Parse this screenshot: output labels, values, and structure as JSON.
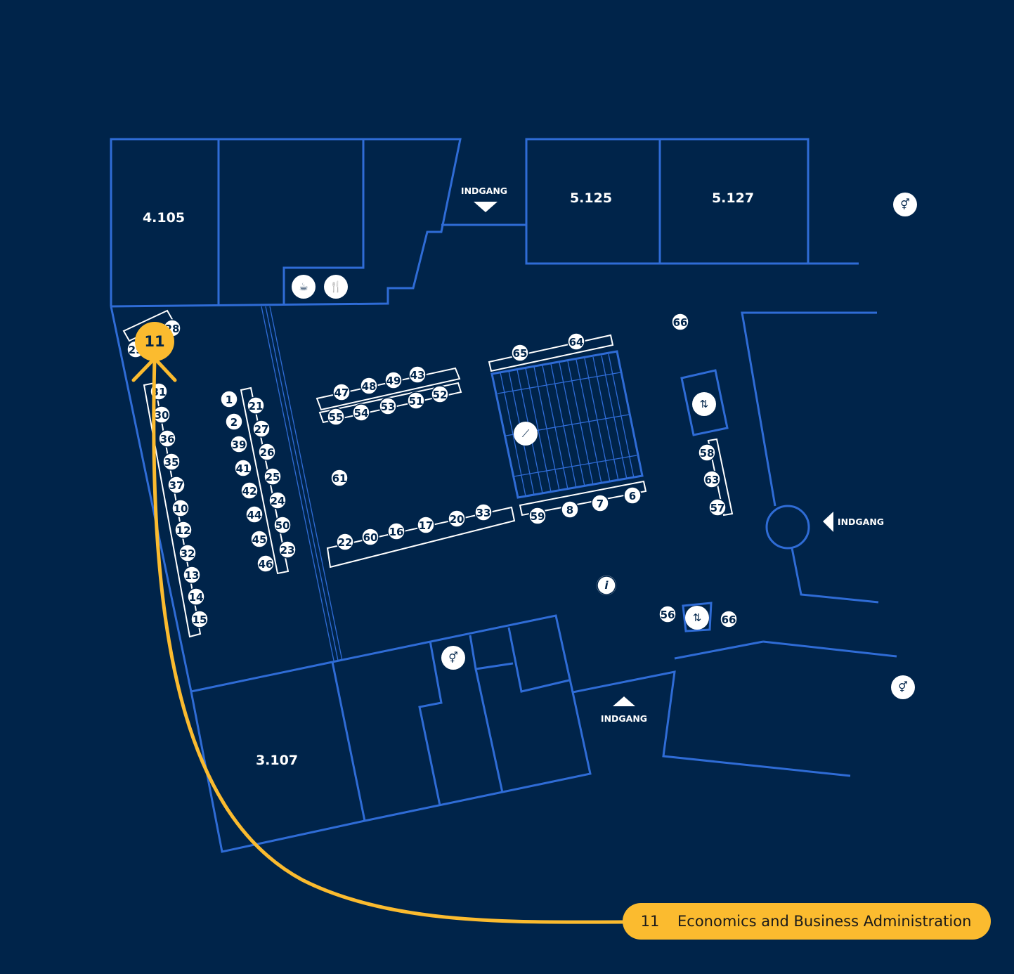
{
  "rooms": {
    "r1": "4.105",
    "r2": "5.125",
    "r3": "5.127",
    "r4": "3.107"
  },
  "entrances": {
    "top": "INDGANG",
    "right": "INDGANG",
    "bottom": "INDGANG"
  },
  "stands": [
    {
      "id": "1",
      "label": "1"
    },
    {
      "id": "2",
      "label": "2"
    },
    {
      "id": "21",
      "label": "21"
    },
    {
      "id": "27",
      "label": "27"
    },
    {
      "id": "39",
      "label": "39"
    },
    {
      "id": "26",
      "label": "26"
    },
    {
      "id": "41",
      "label": "41"
    },
    {
      "id": "25",
      "label": "25"
    },
    {
      "id": "42",
      "label": "42"
    },
    {
      "id": "24",
      "label": "24"
    },
    {
      "id": "44",
      "label": "44"
    },
    {
      "id": "50",
      "label": "50"
    },
    {
      "id": "45",
      "label": "45"
    },
    {
      "id": "23",
      "label": "23"
    },
    {
      "id": "46",
      "label": "46"
    },
    {
      "id": "31",
      "label": "31"
    },
    {
      "id": "30",
      "label": "30"
    },
    {
      "id": "36",
      "label": "36"
    },
    {
      "id": "35",
      "label": "35"
    },
    {
      "id": "37",
      "label": "37"
    },
    {
      "id": "10",
      "label": "10"
    },
    {
      "id": "12",
      "label": "12"
    },
    {
      "id": "32",
      "label": "32"
    },
    {
      "id": "13",
      "label": "13"
    },
    {
      "id": "14",
      "label": "14"
    },
    {
      "id": "15",
      "label": "15"
    },
    {
      "id": "47",
      "label": "47"
    },
    {
      "id": "48",
      "label": "48"
    },
    {
      "id": "49",
      "label": "49"
    },
    {
      "id": "43",
      "label": "43"
    },
    {
      "id": "55",
      "label": "55"
    },
    {
      "id": "54",
      "label": "54"
    },
    {
      "id": "53",
      "label": "53"
    },
    {
      "id": "51",
      "label": "51"
    },
    {
      "id": "52",
      "label": "52"
    },
    {
      "id": "61",
      "label": "61"
    },
    {
      "id": "22",
      "label": "22"
    },
    {
      "id": "60",
      "label": "60"
    },
    {
      "id": "16",
      "label": "16"
    },
    {
      "id": "17",
      "label": "17"
    },
    {
      "id": "20",
      "label": "20"
    },
    {
      "id": "33",
      "label": "33"
    },
    {
      "id": "65",
      "label": "65"
    },
    {
      "id": "64",
      "label": "64"
    },
    {
      "id": "59",
      "label": "59"
    },
    {
      "id": "8",
      "label": "8"
    },
    {
      "id": "7",
      "label": "7"
    },
    {
      "id": "6",
      "label": "6"
    },
    {
      "id": "66a",
      "label": "66"
    },
    {
      "id": "58",
      "label": "58"
    },
    {
      "id": "63",
      "label": "63"
    },
    {
      "id": "57",
      "label": "57"
    },
    {
      "id": "56",
      "label": "56"
    },
    {
      "id": "66b",
      "label": "66"
    },
    {
      "id": "28",
      "label": "28"
    },
    {
      "id": "29",
      "label": "29"
    }
  ],
  "icons": {
    "coffee": "coffee-icon",
    "restaurant": "restaurant-icon",
    "toilet": "toilet-icon",
    "elevator": "elevator-icon",
    "stairs": "stairs-icon",
    "info": "info-icon"
  },
  "icon_glyphs": {
    "coffee": "☕",
    "restaurant": "🍴",
    "toilet": "⚥",
    "elevator": "⇅",
    "stairs": "⟋",
    "info": "i"
  },
  "marker": {
    "number": "11"
  },
  "legend": {
    "number": "11",
    "name": "Economics and Business Administration"
  },
  "colors": {
    "background": "#00244a",
    "walls": "#2f6cd6",
    "highlight": "#fbbb2f",
    "stand": "#ffffff"
  }
}
